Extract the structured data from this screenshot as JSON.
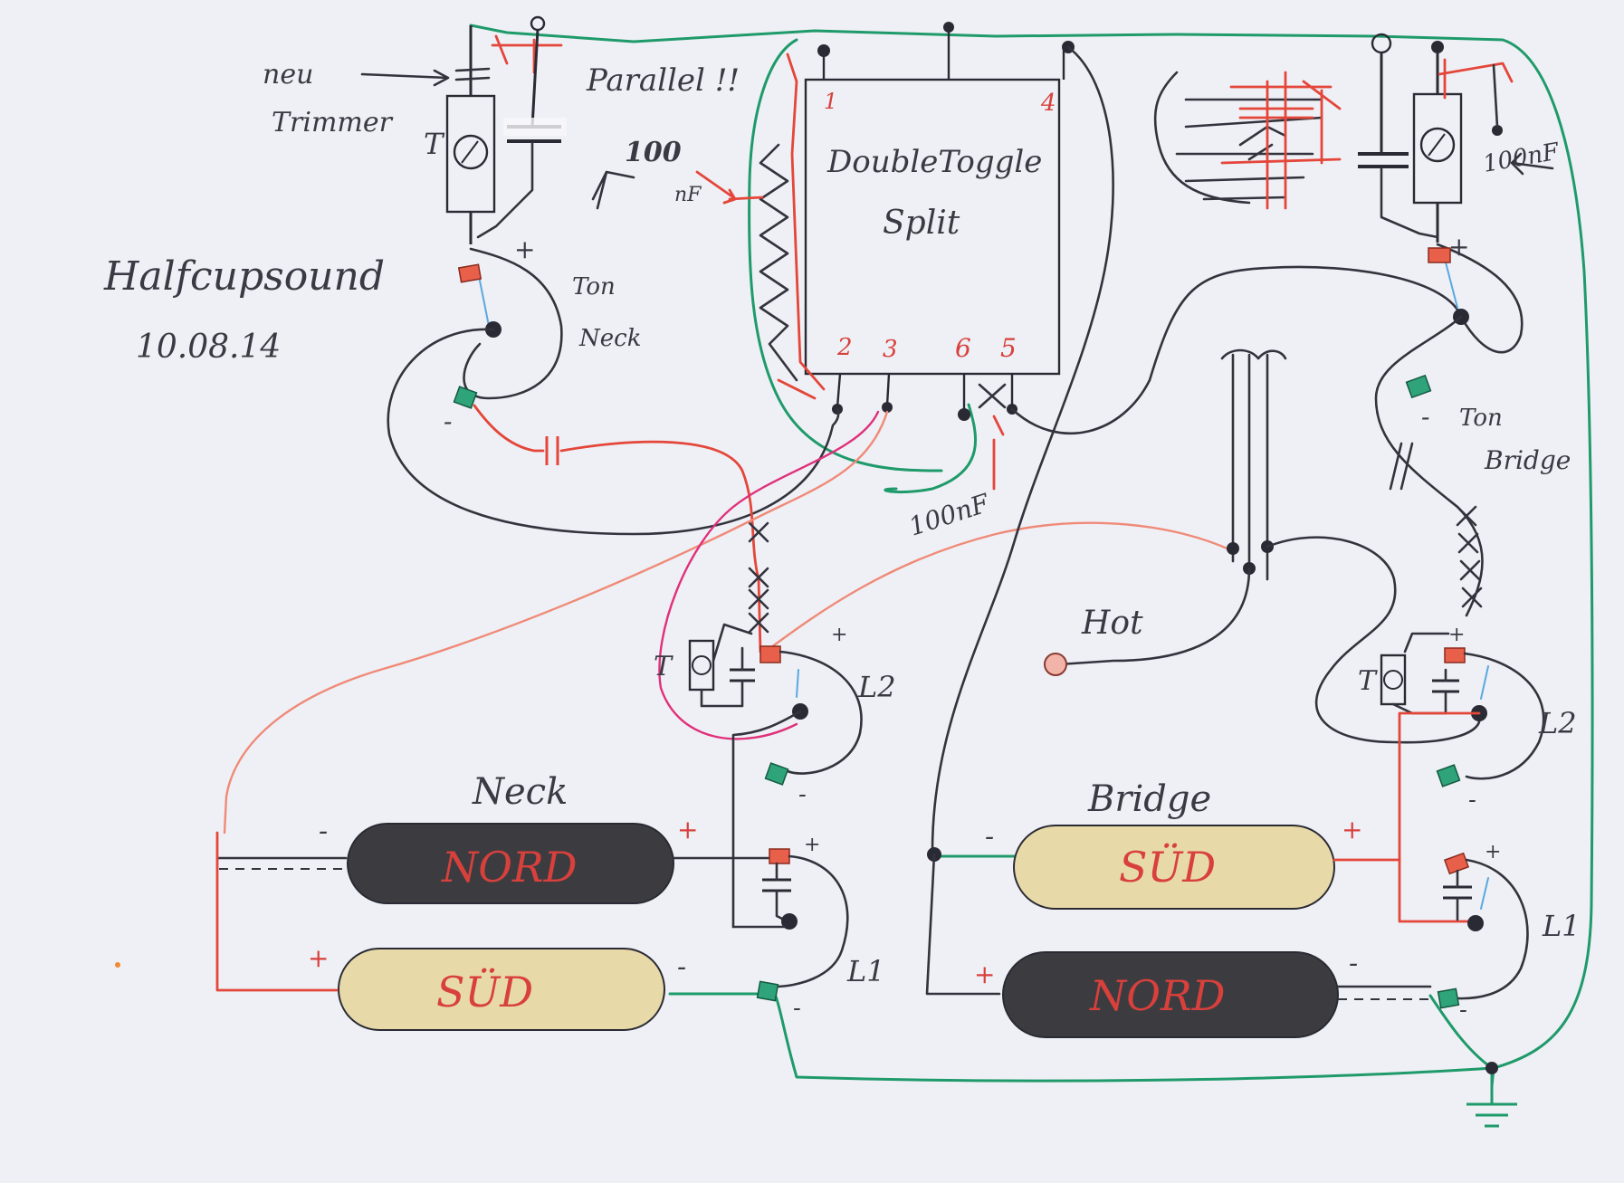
{
  "labels": {
    "title": "Halfcupsound",
    "date": "10.08.14",
    "switch": {
      "line1": "DoubleToggle",
      "line2": "Split"
    },
    "switch_pins": [
      "1",
      "4",
      "2",
      "3",
      "6",
      "5"
    ],
    "parallel": "Parallel !!",
    "neu": "neu",
    "trimmer": "Trimmer",
    "trimmer_T_left": "T",
    "cap_100_top": "100",
    "cap_100_unit": "nF",
    "cap_right": "100nF",
    "cap_bottom": "100nF",
    "ton_neck_1": "Ton",
    "ton_neck_2": "Neck",
    "ton_bridge_1": "Ton",
    "ton_bridge_2": "Bridge",
    "hot": "Hot",
    "neck": "Neck",
    "bridge": "Bridge",
    "nord": "NORD",
    "sud": "SÜD",
    "L1": "L1",
    "L2": "L2",
    "T": "T",
    "plus": "+",
    "minus": "-"
  },
  "colors": {
    "wire_black": "#33333d",
    "wire_green": "#1f9a6a",
    "wire_red": "#e4463a",
    "wire_salmon": "#f08a78",
    "wire_pink": "#e0307a",
    "coil_nord": "#3c3c40",
    "coil_sud": "#e8d9a8",
    "paper": "#eef0f5"
  }
}
